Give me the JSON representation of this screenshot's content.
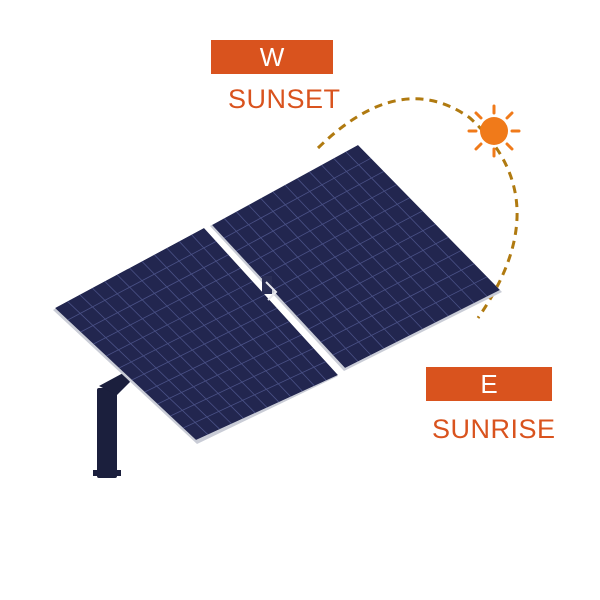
{
  "west": {
    "letter": "W",
    "caption": "SUNSET"
  },
  "east": {
    "letter": "E",
    "caption": "SUNRISE"
  },
  "colors": {
    "accent": "#d9531e",
    "panel": "#22264f",
    "panel_grid": "#4a5186",
    "frame": "#c9ccd6",
    "post": "#1b1f3d",
    "sun": "#f07a1a",
    "sun_path": "#b07a10"
  },
  "icons": {
    "sun": "sun-icon",
    "tracker": "solar-tracker-illustration"
  }
}
